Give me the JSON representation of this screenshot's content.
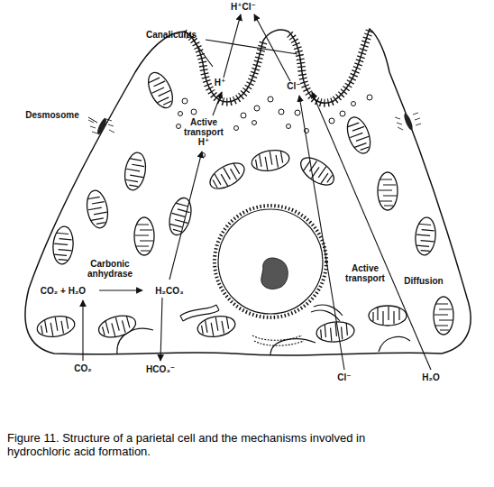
{
  "diagram": {
    "caption": "Figure 11. Structure of a parietal cell and the mechanisms involved in hydrochloric acid formation.",
    "labels": [
      "H⁺Cl⁻",
      "Canaliculus",
      "H⁺",
      "Cl⁻",
      "Desmosome",
      "Active transport H⁺",
      "Carbonic anhydrase",
      "CO₂ + H₂O",
      "H₂CO₃",
      "CO₂",
      "HCO₃⁻",
      "Active transport",
      "Diffusion",
      "Cl⁻",
      "H₂O"
    ]
  }
}
